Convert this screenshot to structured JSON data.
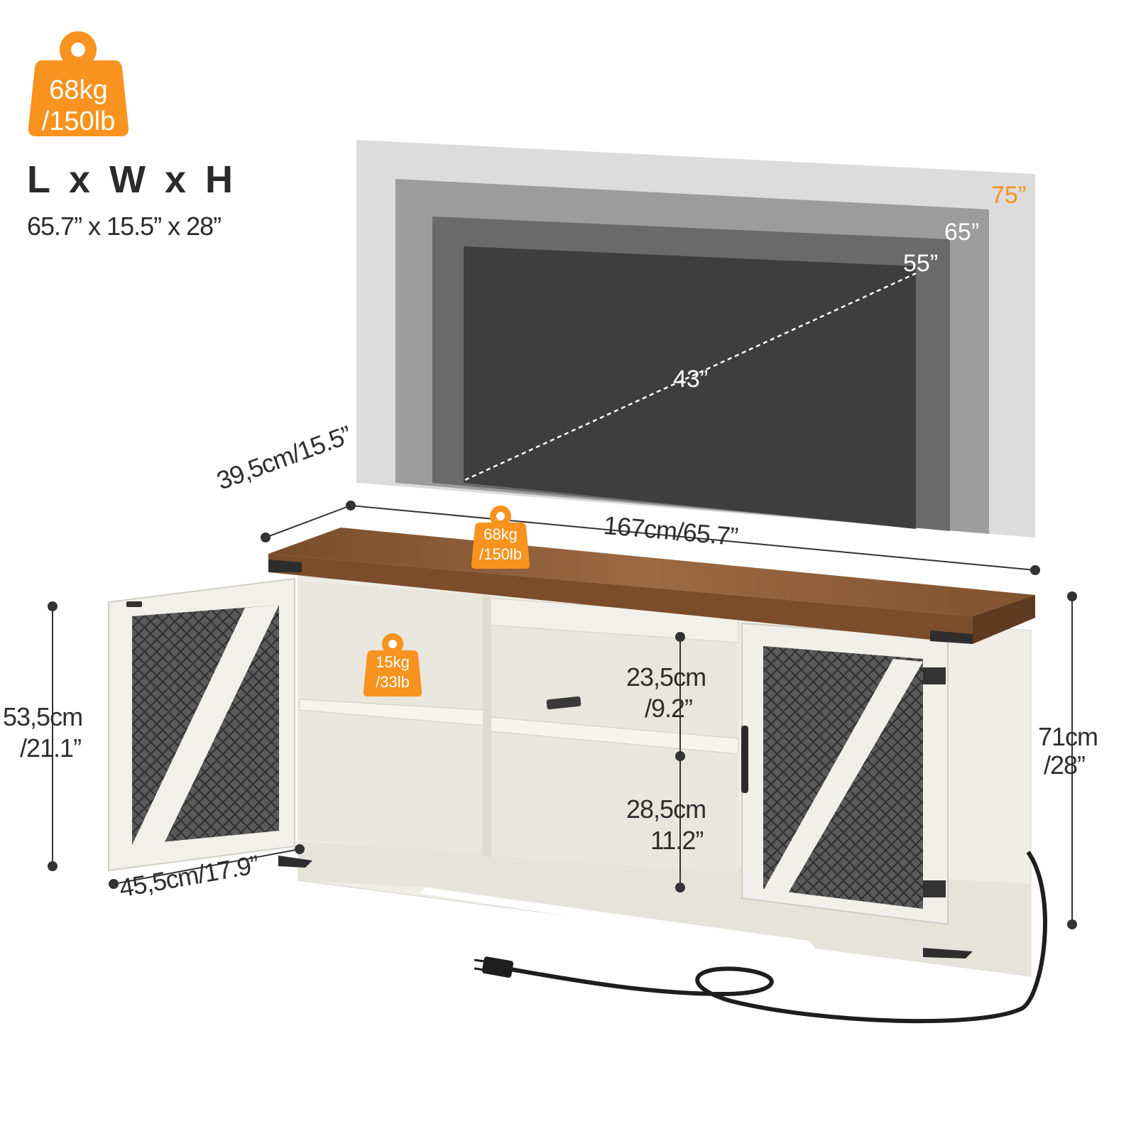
{
  "header": {
    "weight_kg": "68kg",
    "weight_lb": "/150lb",
    "dims_title": "L x W x H",
    "dims_value": "65.7” x 15.5” x 28”"
  },
  "tv": {
    "sizes": [
      "75”",
      "65”",
      "55”",
      "43”"
    ],
    "highlight_color": "#f7931e"
  },
  "stand": {
    "top_weight_kg": "68kg",
    "top_weight_lb": "/150lb",
    "shelf_weight_kg": "15kg",
    "shelf_weight_lb": "/33lb",
    "length": "167cm/65.7”",
    "depth": "39,5cm/15.5”",
    "door_width": "45,5cm/17.9”",
    "cabinet_height_cm": "53,5cm",
    "cabinet_height_in": "/21.1”",
    "total_height_cm": "71cm",
    "total_height_in": "/28”",
    "upper_shelf_cm": "23,5cm",
    "upper_shelf_in": "/9.2”",
    "lower_shelf_cm": "28,5cm",
    "lower_shelf_in": "11.2”"
  },
  "colors": {
    "accent": "#f7931e",
    "wood": "#8a5a33",
    "cabinet": "#efede6"
  }
}
